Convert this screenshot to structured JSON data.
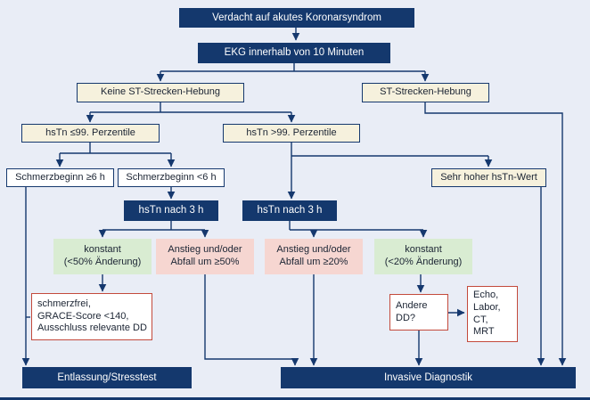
{
  "colors": {
    "background": "#e9edf6",
    "node_navy": "#14386d",
    "node_cream": "#f6f1dd",
    "node_green": "#d9ecd2",
    "node_pink": "#f6d6d1",
    "note_border_red": "#c34a3c",
    "connector": "#15386e"
  },
  "nodes": {
    "verdacht": "Verdacht auf akutes Koronarsyndrom",
    "ekg": "EKG innerhalb von 10 Minuten",
    "keine_st_hebung": "Keine ST-Strecken-Hebung",
    "st_hebung": "ST-Strecken-Hebung",
    "hstn_le_99": "hsTn ≤99. Perzentile",
    "hstn_gt_99": "hsTn >99. Perzentile",
    "schmerzbeginn_ge_6h": "Schmerzbeginn ≥6 h",
    "schmerzbeginn_lt_6h": "Schmerzbeginn <6 h",
    "sehr_hoher_hstn": "Sehr hoher hsTn-Wert",
    "hstn_nach_3h_links": "hsTn nach 3 h",
    "hstn_nach_3h_rechts": "hsTn nach 3 h",
    "konstant_50": "konstant\n(<50% Änderung)",
    "anstieg_abfall_50": "Anstieg und/oder\nAbfall um ≥50%",
    "anstieg_abfall_20": "Anstieg und/oder\nAbfall um ≥20%",
    "konstant_20": "konstant\n(<20% Änderung)",
    "schmerzfrei": "schmerzfrei,\nGRACE-Score <140,\nAusschluss relevante DD",
    "andere_dd": "Andere\nDD?",
    "echo_labor_ct_mrt": "Echo,\nLabor,\nCT,\nMRT",
    "entlassung": "Entlassung/Stresstest",
    "invasive_diagnostik": "Invasive Diagnostik"
  }
}
